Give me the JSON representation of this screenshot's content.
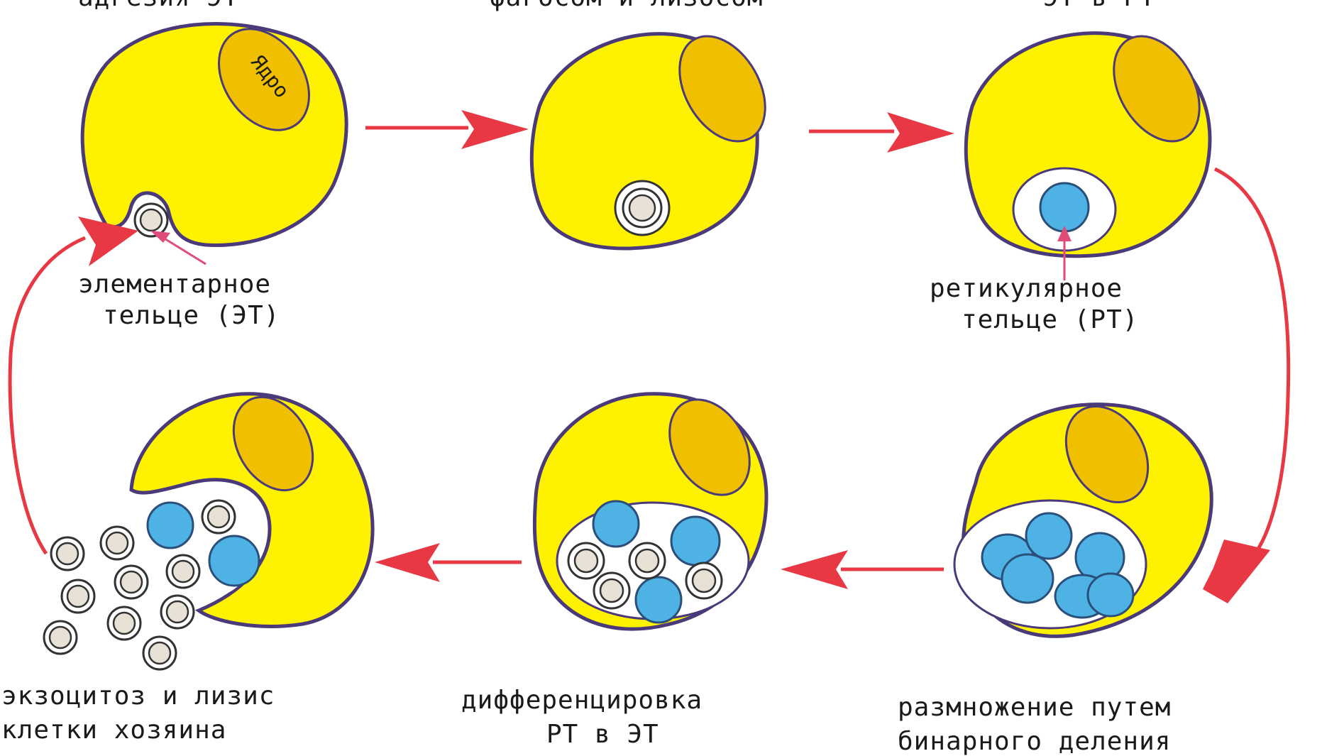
{
  "top_labels": {
    "stage1": "адгезия ЭТ",
    "stage2": "фагосом и лизосом",
    "stage3": "ЭТ в РТ"
  },
  "nucleus_label": "Ядро",
  "labels": {
    "eb_line1": "элементарное",
    "eb_line2": "тельце (ЭТ)",
    "rb_line1": "ретикулярное",
    "rb_line2": "тельце (РТ)",
    "exo_line1": "экзоцитоз и лизис",
    "exo_line2": "клетки хозяина",
    "diff_line1": "дифференцировка",
    "diff_line2": "РТ в ЭТ",
    "repro_line1": "размножение путем",
    "repro_line2": "бинарного деления"
  },
  "colors": {
    "cell": "#fff200",
    "nucleus": "#f0c000",
    "membrane": "#4b3a7a",
    "reticulate_body": "#4fb2e4",
    "arrow": "#e83844"
  }
}
